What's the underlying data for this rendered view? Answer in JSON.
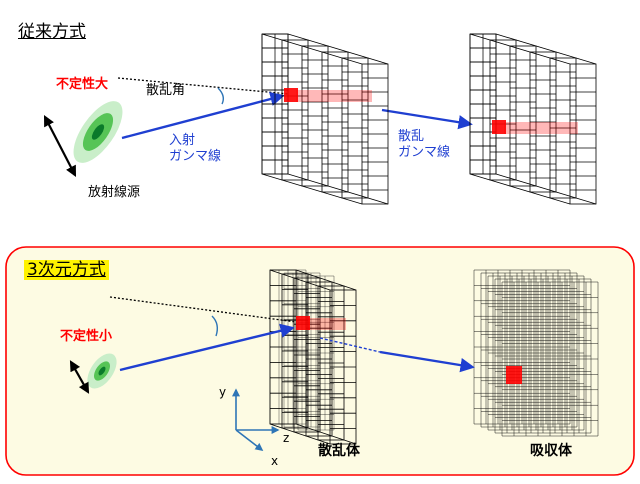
{
  "top": {
    "title": "従来方式",
    "uncertainty": "不定性大",
    "scatter_angle": "散乱角",
    "incident_line1": "入射",
    "incident_line2": "ガンマ線",
    "scattered_line1": "散乱",
    "scattered_line2": "ガンマ線",
    "source": "放射線源"
  },
  "bottom": {
    "title": "3次元方式",
    "uncertainty": "不定性小",
    "scatterer": "散乱体",
    "absorber": "吸収体",
    "axis_y": "y",
    "axis_z": "z",
    "axis_x": "x"
  },
  "colors": {
    "arrow_blue": "#1f3fd1",
    "axis_blue": "#2e75b6",
    "label_red": "#ff0000",
    "panel_fill": "#fdfbe3",
    "panel_border": "#ff0000",
    "title_highlight": "#fff200",
    "source_outer": "#c9eec9",
    "source_mid": "#56c456",
    "source_core": "#0a7a2a",
    "hit_red": "#ff0000"
  }
}
